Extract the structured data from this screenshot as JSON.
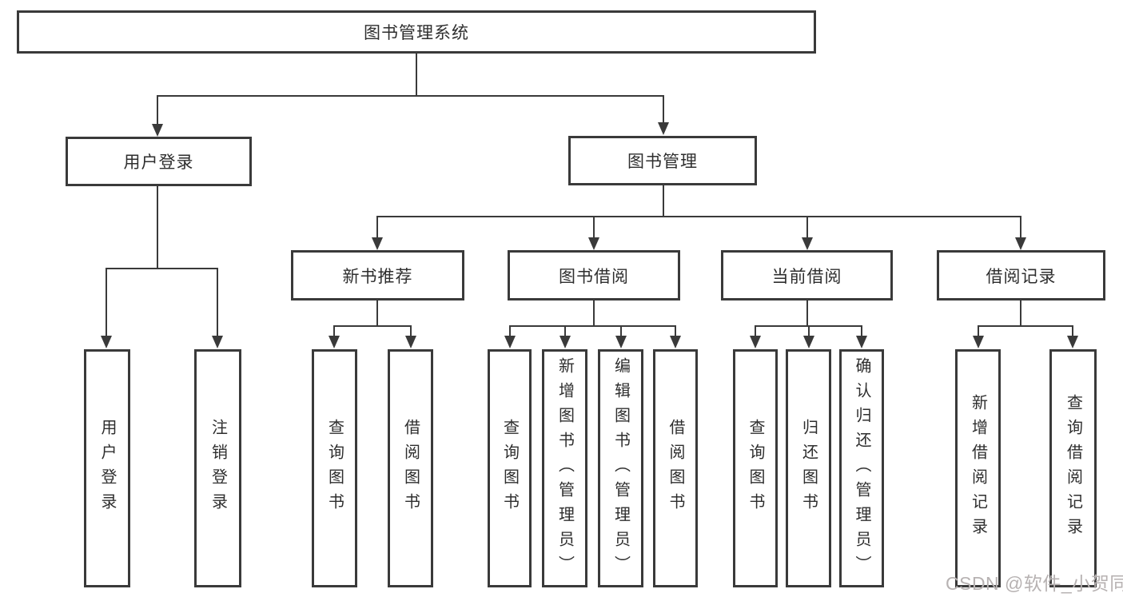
{
  "diagram": {
    "title": "图书管理系统",
    "branches": [
      {
        "label": "用户登录",
        "children": [
          {
            "label": "用户登录"
          },
          {
            "label": "注销登录"
          }
        ]
      },
      {
        "label": "图书管理",
        "children": [
          {
            "label": "新书推荐",
            "children": [
              {
                "label": "查询图书"
              },
              {
                "label": "借阅图书"
              }
            ]
          },
          {
            "label": "图书借阅",
            "children": [
              {
                "label": "查询图书"
              },
              {
                "label": "新增图书（管理员）"
              },
              {
                "label": "编辑图书（管理员）"
              },
              {
                "label": "借阅图书"
              }
            ]
          },
          {
            "label": "当前借阅",
            "children": [
              {
                "label": "查询图书"
              },
              {
                "label": "归还图书"
              },
              {
                "label": "确认归还（管理员）"
              }
            ]
          },
          {
            "label": "借阅记录",
            "children": [
              {
                "label": "新增借阅记录"
              },
              {
                "label": "查询借阅记录"
              }
            ]
          }
        ]
      }
    ]
  },
  "watermark": "CSDN @软件_小贺同学",
  "colors": {
    "line": "#3a3a3a",
    "box_background": "#ffffff",
    "text": "#2e2e2e",
    "watermark": "#b7b2b2"
  }
}
